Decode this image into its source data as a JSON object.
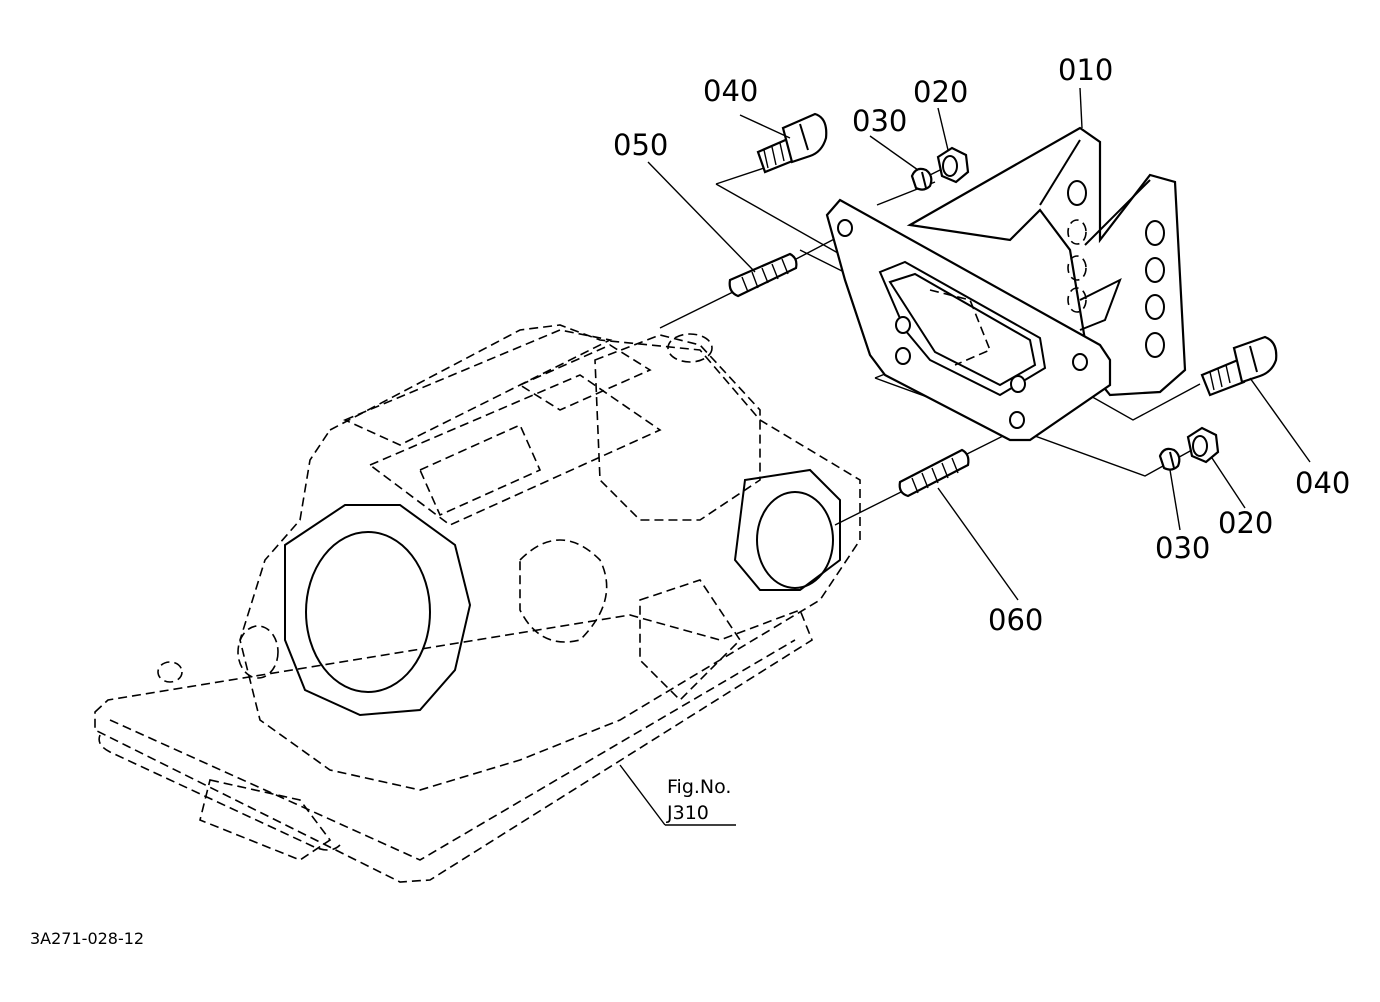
{
  "callouts": {
    "c010": "010",
    "c020_top": "020",
    "c030_top": "030",
    "c040_top": "040",
    "c050": "050",
    "c040_right": "040",
    "c020_right": "020",
    "c030_right": "030",
    "c060": "060"
  },
  "figure_ref": {
    "line1": "Fig.No.",
    "line2": "J310"
  },
  "drawing_code": "3A271-028-12"
}
